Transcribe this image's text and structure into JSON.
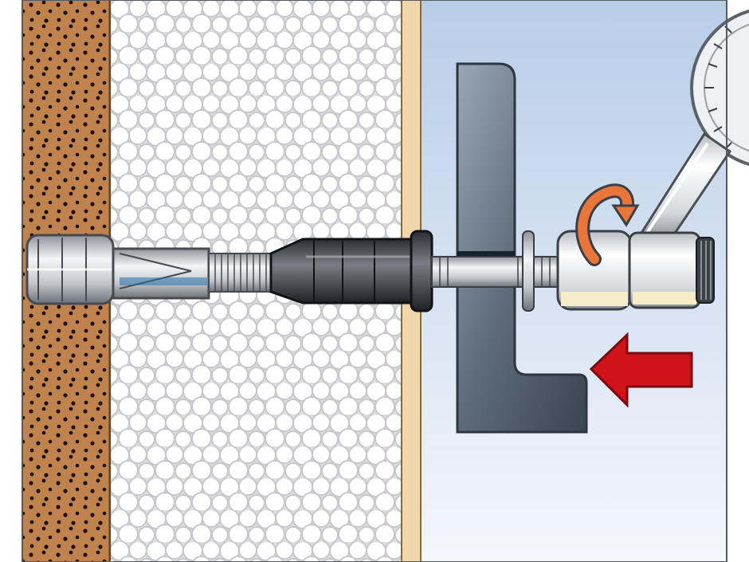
{
  "illustration": {
    "colors": {
      "masonry": "#c0834e",
      "masonry_dots": "#1c0f06",
      "insulation": "#e3e4e6",
      "insulation_bead": "#ffffff",
      "render_layer": "#f0d6aa",
      "background_top": "#b8cde8",
      "background_bottom": "#f4f7fc",
      "bracket": "#4e5a68",
      "anchor_metal": "#cdd0d4",
      "sleeve_dark": "#404348",
      "torque_arrow": "#e8763a",
      "push_arrow": "#d0131b",
      "washer_cream": "#f6ecc8"
    },
    "parts": [
      "masonry-wall",
      "insulation-layer",
      "render-layer",
      "expansion-anchor",
      "threaded-rod",
      "angle-bracket",
      "setting-tool",
      "torque-wrench-dial",
      "rotation-arrow-icon",
      "push-direction-arrow-icon"
    ]
  }
}
